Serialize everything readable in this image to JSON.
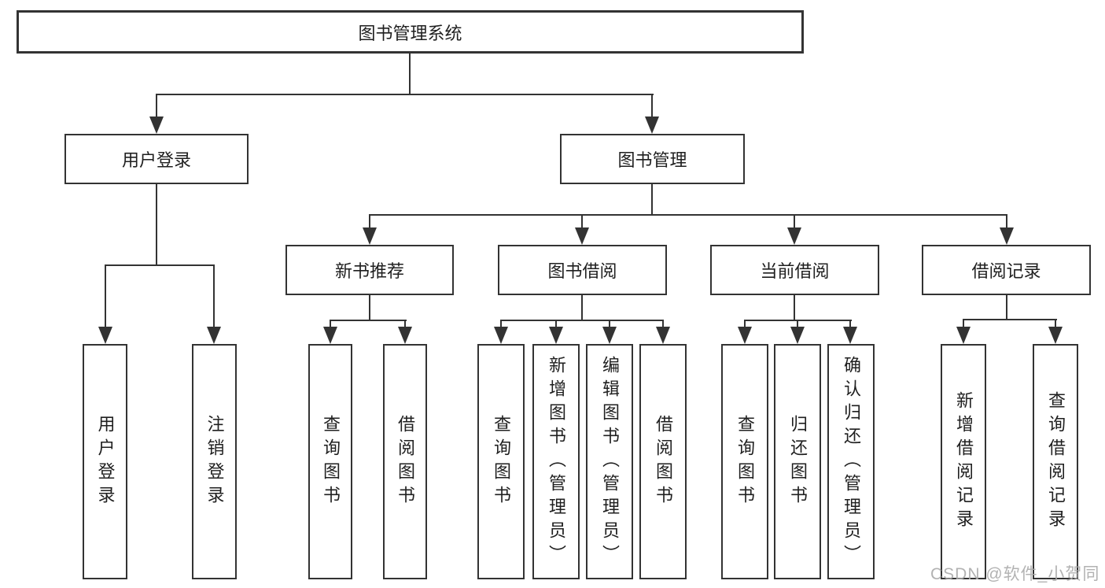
{
  "diagram": {
    "title": "图书管理系统",
    "level2": [
      {
        "label": "用户登录"
      },
      {
        "label": "图书管理"
      }
    ],
    "level3": [
      {
        "label": "新书推荐"
      },
      {
        "label": "图书借阅"
      },
      {
        "label": "当前借阅"
      },
      {
        "label": "借阅记录"
      }
    ],
    "groups": [
      {
        "parent": "用户登录",
        "items": [
          "用户登录",
          "注销登录"
        ]
      },
      {
        "parent": "新书推荐",
        "items": [
          "查询图书",
          "借阅图书"
        ]
      },
      {
        "parent": "图书借阅",
        "items": [
          "查询图书",
          "新增图书（管理员）",
          "编辑图书（管理员）",
          "借阅图书"
        ]
      },
      {
        "parent": "当前借阅",
        "items": [
          "查询图书",
          "归还图书",
          "确认归还（管理员）"
        ]
      },
      {
        "parent": "借阅记录",
        "items": [
          "新增借阅记录",
          "查询借阅记录"
        ]
      }
    ]
  },
  "watermark": "CSDN @软件_小贺同学",
  "colors": {
    "line": "#333333",
    "text": "#1f1f1f",
    "box_bg": "#ffffff",
    "watermark": "#aaaaaa"
  }
}
